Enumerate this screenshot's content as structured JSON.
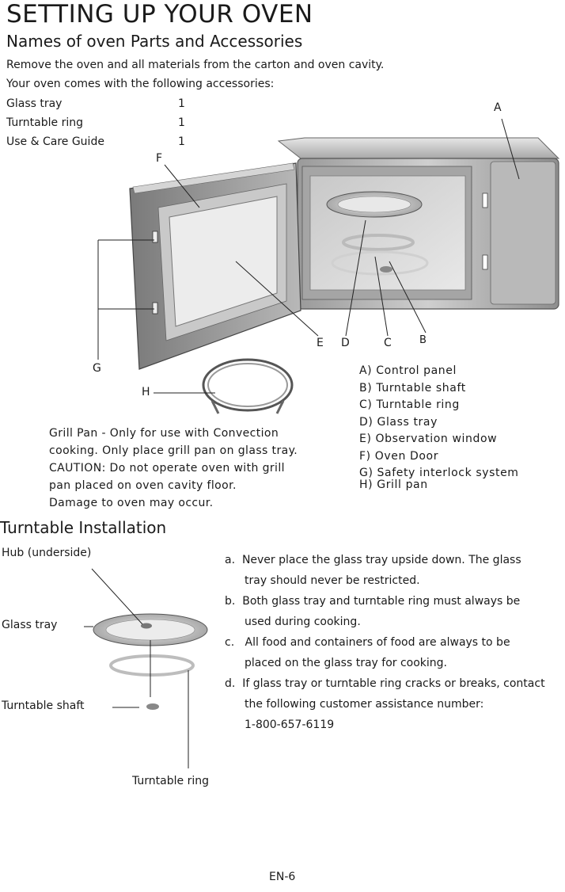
{
  "title": "SETTING UP YOUR OVEN",
  "section1": {
    "heading": "Names of oven Parts and Accessories",
    "intro1": "Remove the oven and all materials from the carton and oven cavity.",
    "intro2": "Your oven comes with the following accessories:",
    "accessories": [
      {
        "name": "Glass tray",
        "qty": "1"
      },
      {
        "name": "Turntable ring",
        "qty": "1"
      },
      {
        "name": "Use & Care Guide",
        "qty": "1"
      }
    ]
  },
  "diagram_letters": {
    "a": "A",
    "b": "B",
    "c": "C",
    "d": "D",
    "e": "E",
    "f": "F",
    "g": "G",
    "h": "H"
  },
  "legend": [
    "A) Control panel",
    "B)  Turntable shaft",
    "C)  Turntable ring",
    "D)  Glass tray",
    "E)  Observation  window",
    "F)  Oven Door",
    "G) Safety interlock system",
    "H) Grill pan"
  ],
  "grill_note": [
    "Grill Pan - Only for use with Convection",
    "cooking.  Only place grill pan on glass tray.",
    "CAUTION: Do not operate oven with grill",
    "pan placed on oven cavity floor.",
    "Damage to oven may occur."
  ],
  "section2": {
    "heading": "Turntable Installation",
    "labels": {
      "hub": "Hub (underside)",
      "glass_tray": "Glass tray",
      "shaft": "Turntable shaft",
      "ring": "Turntable ring"
    },
    "instructions": [
      {
        "marker": "a.",
        "line1": "Never place the  glass tray upside down. The glass",
        "line2": "tray should never be restricted."
      },
      {
        "marker": "b.",
        "line1": "Both glass tray and turntable ring must always be",
        "line2": "used during cooking."
      },
      {
        "marker": "c.",
        "line1": "All food and containers  of food are always to be",
        "line2": "placed  on the glass tray for cooking."
      },
      {
        "marker": "d.",
        "line1": "If glass tray or turntable ring cracks or breaks, contact",
        "line2": "the following customer assistance number:",
        "line3": "1-800-657-6119"
      }
    ]
  },
  "footer": "EN-6"
}
